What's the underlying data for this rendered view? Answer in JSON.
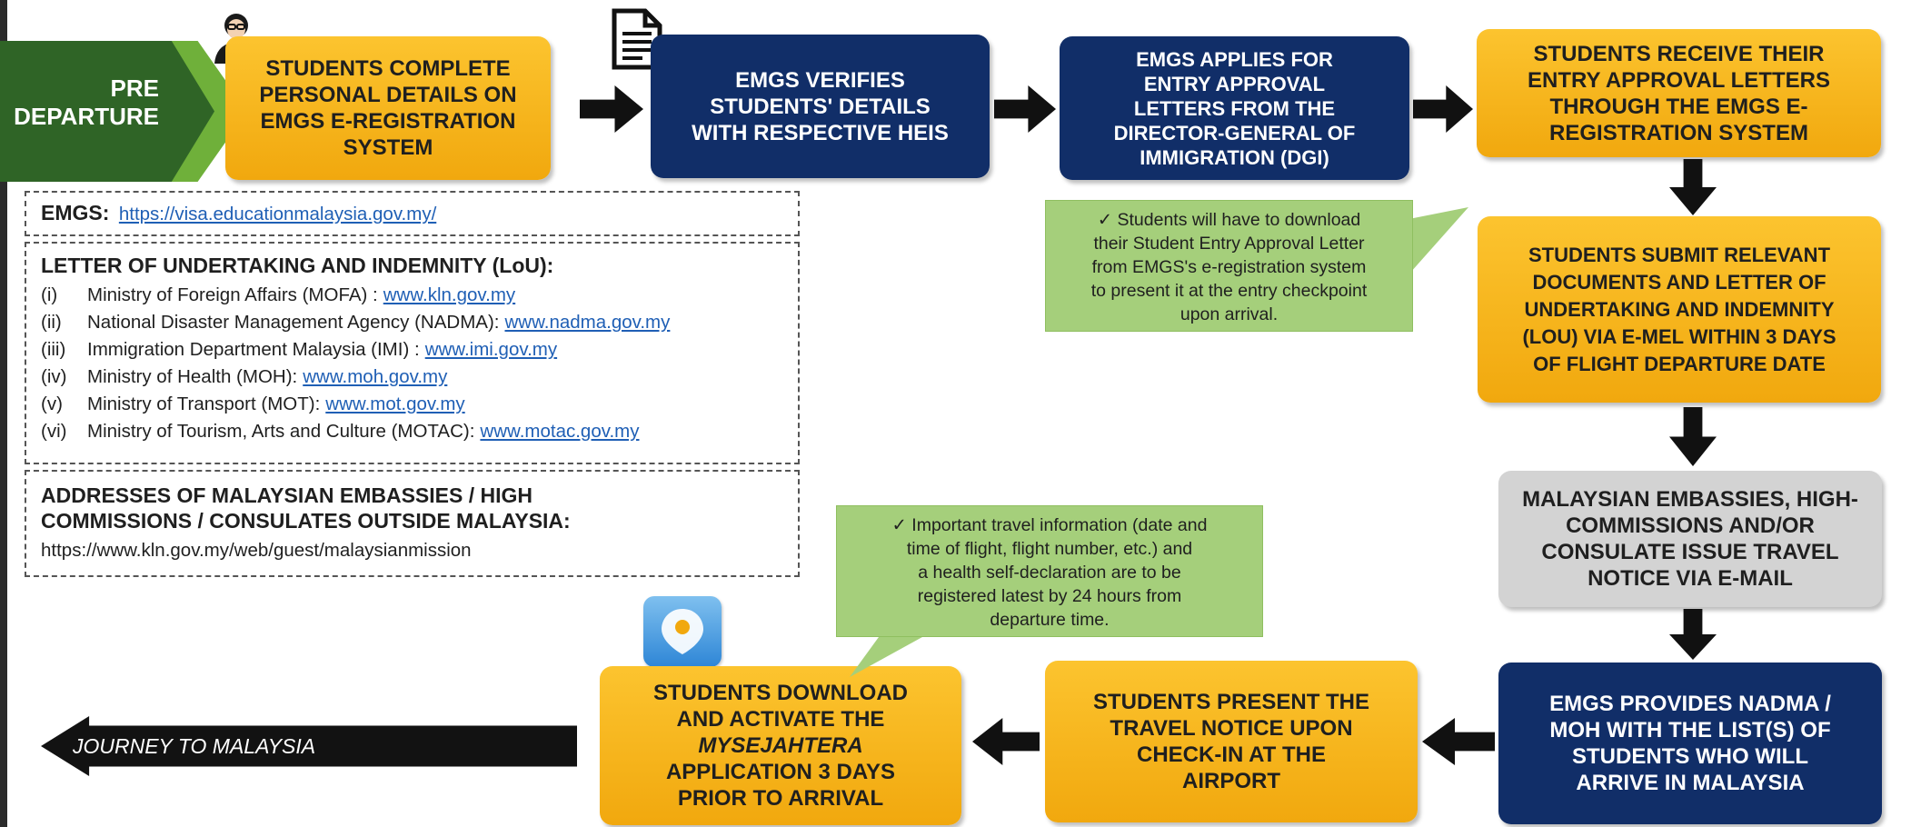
{
  "pre_departure": {
    "label": "PRE\nDEPARTURE"
  },
  "steps": [
    {
      "text": "STUDENTS COMPLETE\nPERSONAL DETAILS ON\nEMGS E-REGISTRATION\nSYSTEM"
    },
    {
      "text": "EMGS VERIFIES\nSTUDENTS' DETAILS\nWITH RESPECTIVE HEIS"
    },
    {
      "text": "EMGS APPLIES FOR\nENTRY APPROVAL\nLETTERS FROM THE\nDIRECTOR-GENERAL OF\nIMMIGRATION (DGI)"
    },
    {
      "text": "STUDENTS RECEIVE THEIR\nENTRY APPROVAL LETTERS\nTHROUGH THE EMGS E-\nREGISTRATION SYSTEM"
    },
    {
      "text": "STUDENTS SUBMIT RELEVANT\nDOCUMENTS AND LETTER OF\nUNDERTAKING AND INDEMNITY\n(LoU) VIA E-MEL WITHIN 3 DAYS\nOF FLIGHT DEPARTURE DATE"
    },
    {
      "text": "MALAYSIAN EMBASSIES, HIGH-\nCOMMISSIONS AND/OR\nCONSULATE ISSUE TRAVEL\nNOTICE VIA E-MAIL"
    },
    {
      "text": "EMGS PROVIDES NADMA /\nMOH WITH THE LIST(S) OF\nSTUDENTS WHO WILL\nARRIVE IN MALAYSIA"
    },
    {
      "text": "STUDENTS PRESENT THE\nTRAVEL NOTICE UPON\nCHECK-IN AT THE\nAIRPORT"
    },
    {
      "line1": "STUDENTS DOWNLOAD",
      "line2": "AND ACTIVATE THE",
      "app_name": "MYSEJAHTERA",
      "line4": "APPLICATION 3 DAYS",
      "line5": "PRIOR TO ARRIVAL"
    }
  ],
  "callouts": {
    "entry_letter": "✓ Students will have to download\ntheir Student Entry Approval Letter\nfrom EMGS's e-registration system\nto present it at the entry checkpoint\nupon arrival.",
    "travel_info": "✓ Important travel information (date and\ntime of flight, flight number, etc.) and\na health self-declaration are to be\nregistered latest by 24 hours from\ndeparture time."
  },
  "emgs_panel": {
    "label": "EMGS:",
    "url": "https://visa.educationmalaysia.gov.my/"
  },
  "lou_panel": {
    "title": "LETTER OF UNDERTAKING AND INDEMNITY (LoU):",
    "items": [
      {
        "num": "(i)",
        "name": "Ministry of Foreign Affairs (MOFA) :",
        "url": "www.kln.gov.my"
      },
      {
        "num": "(ii)",
        "name": "National Disaster Management Agency (NADMA):",
        "url": "www.nadma.gov.my"
      },
      {
        "num": "(iii)",
        "name": "Immigration Department Malaysia (IMI) :",
        "url": "www.imi.gov.my"
      },
      {
        "num": "(iv)",
        "name": "Ministry of Health (MOH):",
        "url": "www.moh.gov.my"
      },
      {
        "num": "(v)",
        "name": "Ministry of Transport (MOT):",
        "url": "www.mot.gov.my"
      },
      {
        "num": "(vi)",
        "name": "Ministry of Tourism, Arts and Culture (MOTAC):",
        "url": "www.motac.gov.my"
      }
    ]
  },
  "embassy_panel": {
    "title": "ADDRESSES OF MALAYSIAN EMBASSIES / HIGH\nCOMMISSIONS / CONSULATES OUTSIDE MALAYSIA:",
    "url": "https://www.kln.gov.my/web/guest/malaysianmission"
  },
  "journey": {
    "label": "JOURNEY TO MALAYSIA"
  },
  "icons": {
    "student": "student-icon",
    "document": "document-icon",
    "app": "mysejahtera-app-icon"
  },
  "colors": {
    "yellow": "#f7b51d",
    "navy": "#112e68",
    "grey": "#d3d3d3",
    "callout_green": "#a5cf7b",
    "chevron_dark": "#2f6426",
    "chevron_light": "#6fb03a",
    "link_blue": "#1f5fb5"
  }
}
